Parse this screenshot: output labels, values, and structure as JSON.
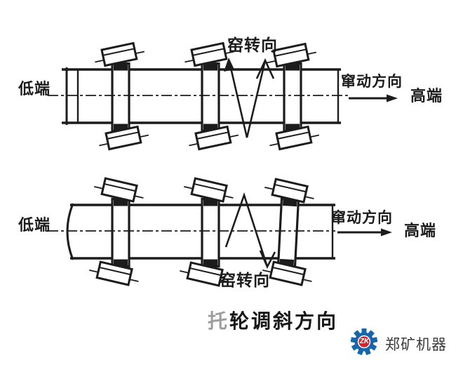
{
  "colors": {
    "background": "#ffffff",
    "ink": "#1c1c1c",
    "logo_gear": "#1566ac",
    "logo_badge": "#d4272b",
    "logo_text": "#3b3b3b"
  },
  "diagram_top": {
    "low_end": "低端",
    "kiln_rotation": "窑转向",
    "axial_travel": "窜动方向",
    "high_end": "高端"
  },
  "diagram_bottom": {
    "low_end": "低端",
    "kiln_rotation": "窑转向",
    "axial_travel": "窜动方向",
    "high_end": "高端"
  },
  "caption": {
    "faded_char": "托",
    "text": "轮调斜方向"
  },
  "logo": {
    "monogram": "ZK",
    "company": "郑矿机器"
  }
}
